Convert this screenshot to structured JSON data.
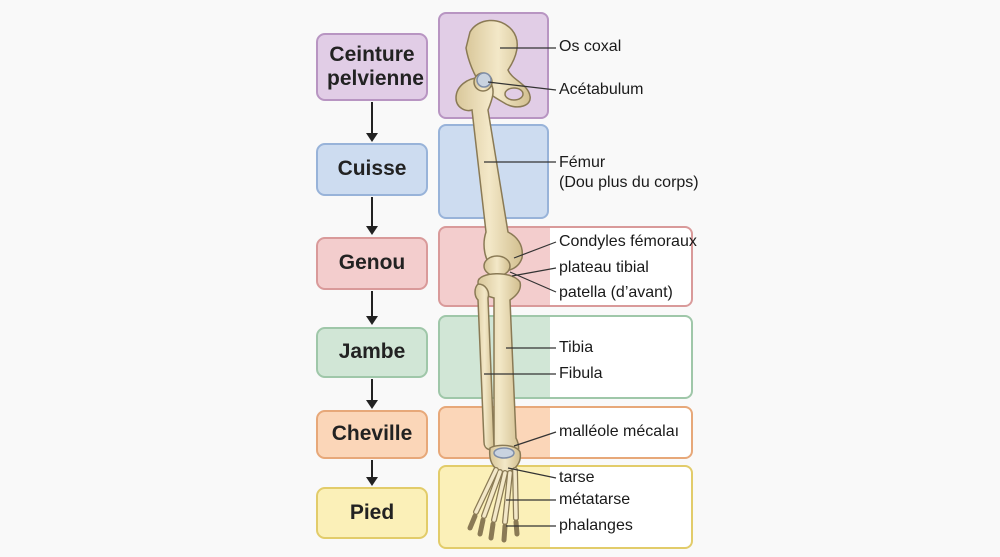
{
  "regions": [
    {
      "name": "Ceinture pelvienne",
      "fill": "#e1cde6",
      "border": "#b895c2"
    },
    {
      "name": "Cuisse",
      "fill": "#cddcf0",
      "border": "#98b3d9"
    },
    {
      "name": "Genou",
      "fill": "#f3cdcd",
      "border": "#d99a9a"
    },
    {
      "name": "Jambe",
      "fill": "#d1e6d6",
      "border": "#9fc7a9"
    },
    {
      "name": "Cheville",
      "fill": "#fbd6b8",
      "border": "#e7a879"
    },
    {
      "name": "Pied",
      "fill": "#fbf0b8",
      "border": "#e2cc6a"
    }
  ],
  "labels": {
    "os_coxal": "Os coxal",
    "acetabulum": "Acétabulum",
    "femur_1": "Fémur",
    "femur_2": "(Dou plus du corps)",
    "condyles": "Condyles fémoraux",
    "plateau": "plateau tibial",
    "patella": "patella (d’avant)",
    "tibia": "Tibia",
    "fibula": "Fibula",
    "malleole": "malléole mécalaı",
    "tarse": "tarse",
    "metatarse": "métatarse",
    "phalanges": "phalanges"
  }
}
